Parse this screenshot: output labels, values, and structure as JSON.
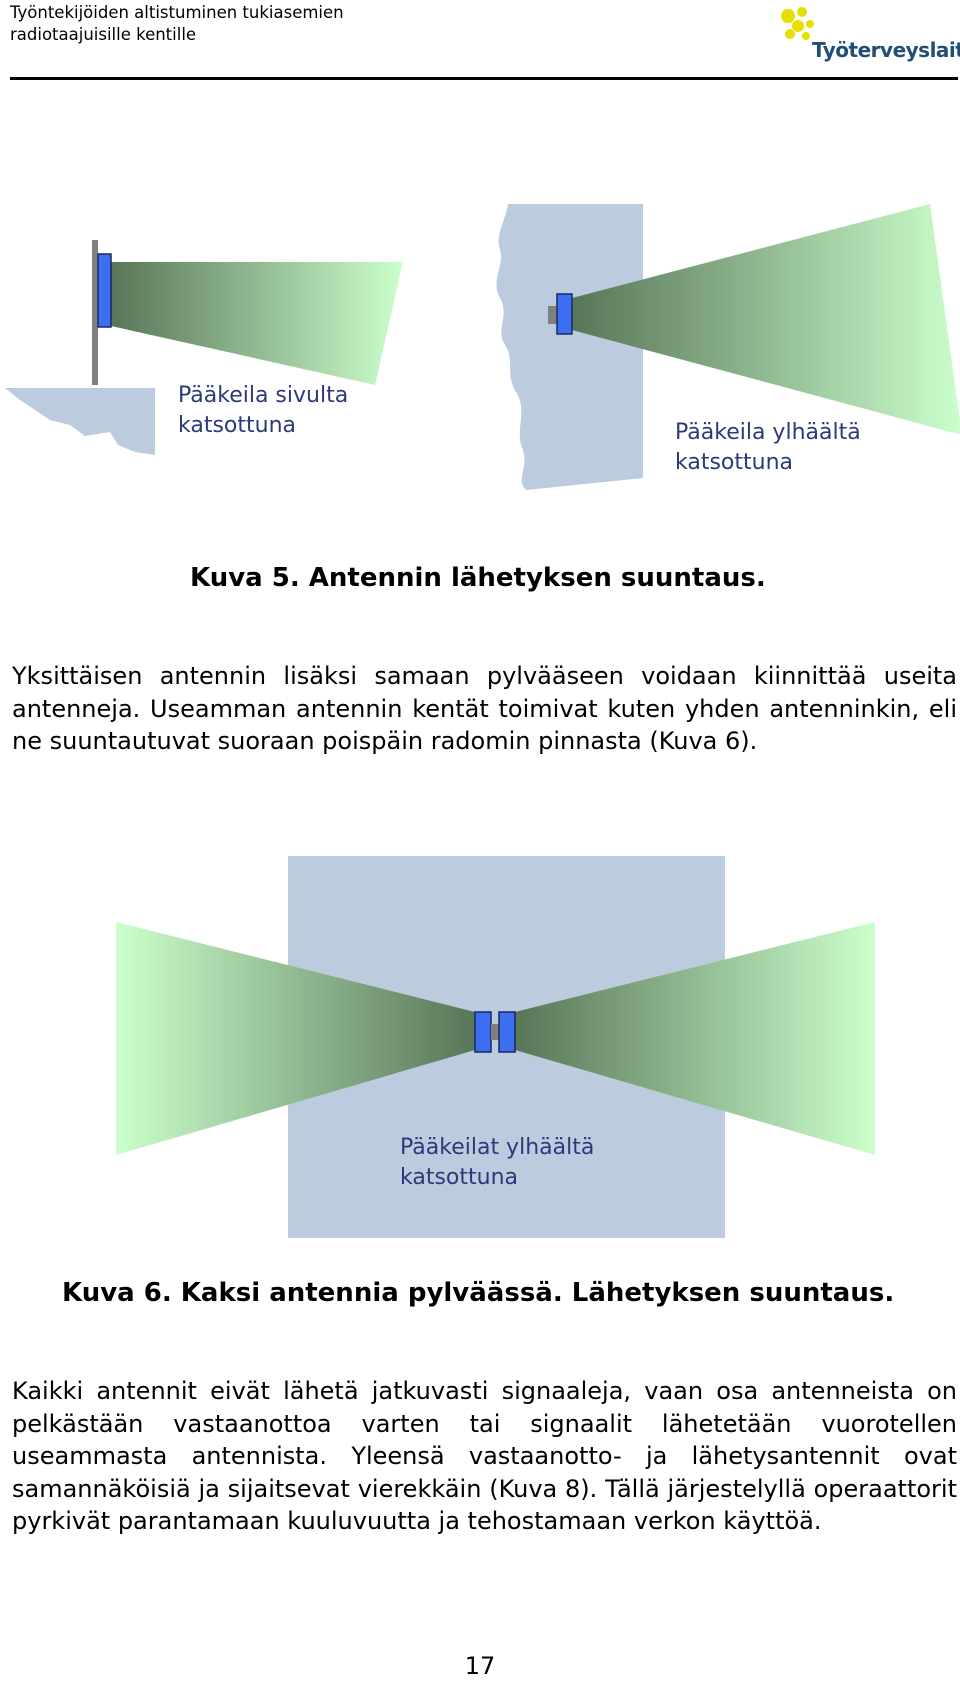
{
  "header": {
    "title_line1": "Työntekijöiden altistuminen tukiasemien",
    "title_line2": "radiotaajuisille kentille",
    "logo_text": "Työterveyslaitos",
    "logo_color": "#e6e000"
  },
  "figure5": {
    "label_side_line1": "Pääkeila sivulta",
    "label_side_line2": "katsottuna",
    "label_top_line1": "Pääkeila ylhäältä",
    "label_top_line2": "katsottuna",
    "caption": "Kuva 5. Antennin lähetyksen suuntaus."
  },
  "paragraph1": "Yksittäisen antennin lisäksi samaan pylvääseen voidaan kiinnittää useita antenneja. Useamman antennin kentät toimivat kuten yhden antenninkin, eli ne suuntautuvat suoraan poispäin radomin pinnasta (Kuva 6).",
  "figure6": {
    "label_line1": "Pääkeilat ylhäältä",
    "label_line2": "katsottuna",
    "caption": "Kuva 6. Kaksi antennia pylväässä. Lähetyksen suuntaus."
  },
  "paragraph2": "Kaikki antennit eivät lähetä jatkuvasti signaaleja, vaan osa antenneista on pelkästään vastaanottoa varten tai signaalit lähetetään vuorotellen useammasta antennista. Yleensä vastaanotto- ja lähetysantennit ovat samannäköisiä ja sijaitsevat vierekkäin (Kuva 8). Tällä järjestelyllä operaattorit pyrkivät parantamaan kuuluvuutta ja tehostamaan verkon käyttöä.",
  "page_number": "17",
  "colors": {
    "building": "#bccbde",
    "antenna": "#3b6ef0",
    "beam_dark": "#5a7a5a",
    "beam_light": "#ccffcc",
    "mast": "#808080"
  }
}
